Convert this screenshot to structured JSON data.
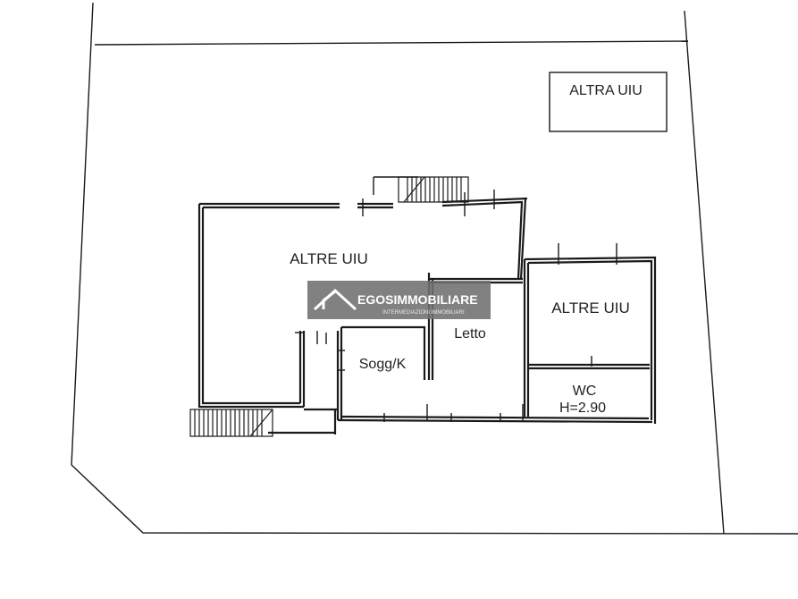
{
  "labels": {
    "altra_uiu": "ALTRA UIU",
    "altre_uiu_main": "ALTRE UIU",
    "altre_uiu_right": "ALTRE UIU",
    "letto": "Letto",
    "sogg_k": "Sogg/K",
    "wc": "WC",
    "wc_height": "H=2.90"
  },
  "watermark": {
    "brand": "EGOSIMMOBILIARE",
    "tagline": "INTERMEDIAZIONI IMMOBILIARI"
  },
  "colors": {
    "lines": "#1a1a1a",
    "watermark_bg": "#6f6f6f"
  }
}
